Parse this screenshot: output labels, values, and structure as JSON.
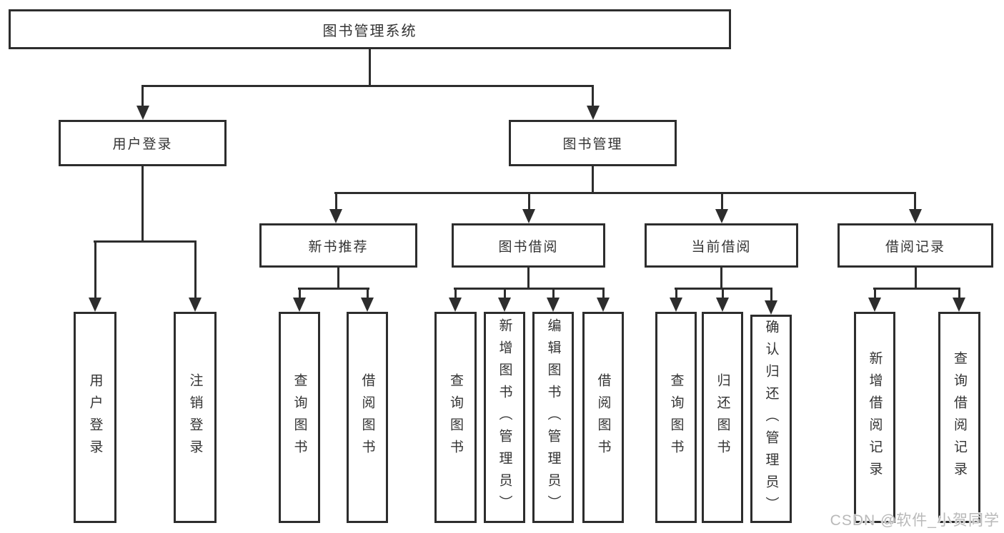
{
  "title": "图书管理系统",
  "watermark": "CSDN @软件_小贺同学",
  "colors": {
    "line": "#2d2d2d",
    "text": "#333333",
    "background": "#ffffff",
    "watermark": "#b9b9b9"
  },
  "tree": {
    "label": "图书管理系统",
    "children": [
      {
        "label": "用户登录",
        "children": [
          {
            "label": "用户登录"
          },
          {
            "label": "注销登录"
          }
        ]
      },
      {
        "label": "图书管理",
        "children": [
          {
            "label": "新书推荐",
            "children": [
              {
                "label": "查询图书"
              },
              {
                "label": "借阅图书"
              }
            ]
          },
          {
            "label": "图书借阅",
            "children": [
              {
                "label": "查询图书"
              },
              {
                "label": "新增图书（管理员）"
              },
              {
                "label": "编辑图书（管理员）"
              },
              {
                "label": "借阅图书"
              }
            ]
          },
          {
            "label": "当前借阅",
            "children": [
              {
                "label": "查询图书"
              },
              {
                "label": "归还图书"
              },
              {
                "label": "确认归还（管理员）"
              }
            ]
          },
          {
            "label": "借阅记录",
            "children": [
              {
                "label": "新增借阅记录"
              },
              {
                "label": "查询借阅记录"
              }
            ]
          }
        ]
      }
    ]
  }
}
